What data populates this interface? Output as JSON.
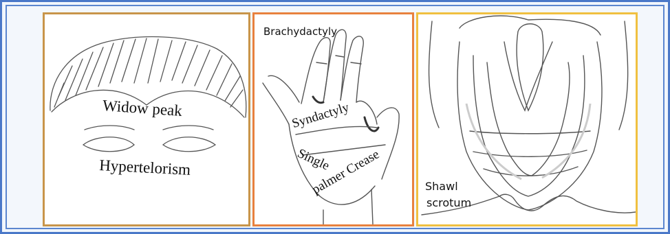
{
  "panels": [
    {
      "labels": {
        "widow_peak": "Widow peak",
        "hypertelorism": "Hypertelorism"
      },
      "border_color": "#c8954a"
    },
    {
      "labels": {
        "brachydactyly": "Brachydactyly",
        "syndactyly": "Syndactyly",
        "single": "Single",
        "palmer_crease": "palmer Crease"
      },
      "border_color": "#e8813e"
    },
    {
      "labels": {
        "shawl": "Shawl",
        "scrotum": "scrotum"
      },
      "border_color": "#f0c040"
    }
  ],
  "frame_color": "#4a78c8"
}
